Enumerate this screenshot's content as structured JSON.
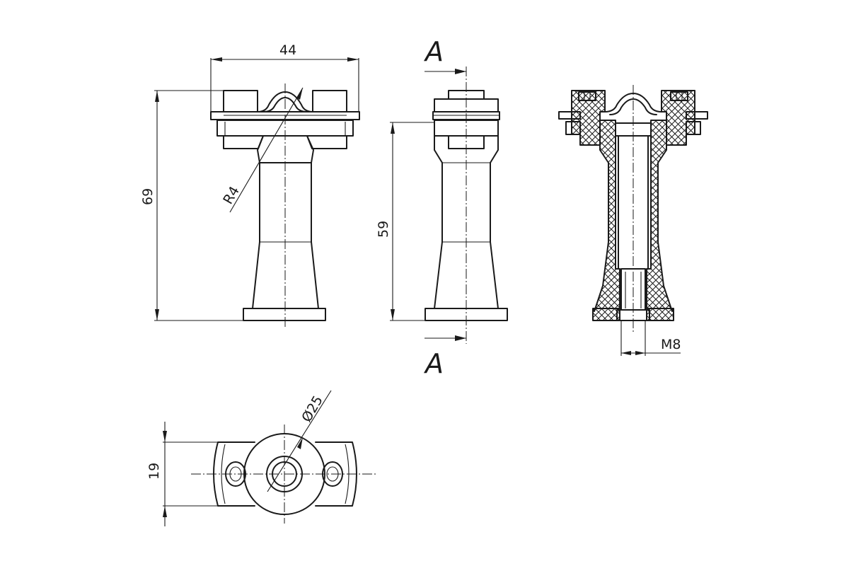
{
  "dimensions": {
    "width": "44",
    "height_total": "69",
    "height_section": "59",
    "radius": "R4",
    "diameter": "Ø25",
    "base_width": "19",
    "thread": "M8"
  },
  "section": {
    "label_top": "A",
    "label_bottom": "A"
  }
}
